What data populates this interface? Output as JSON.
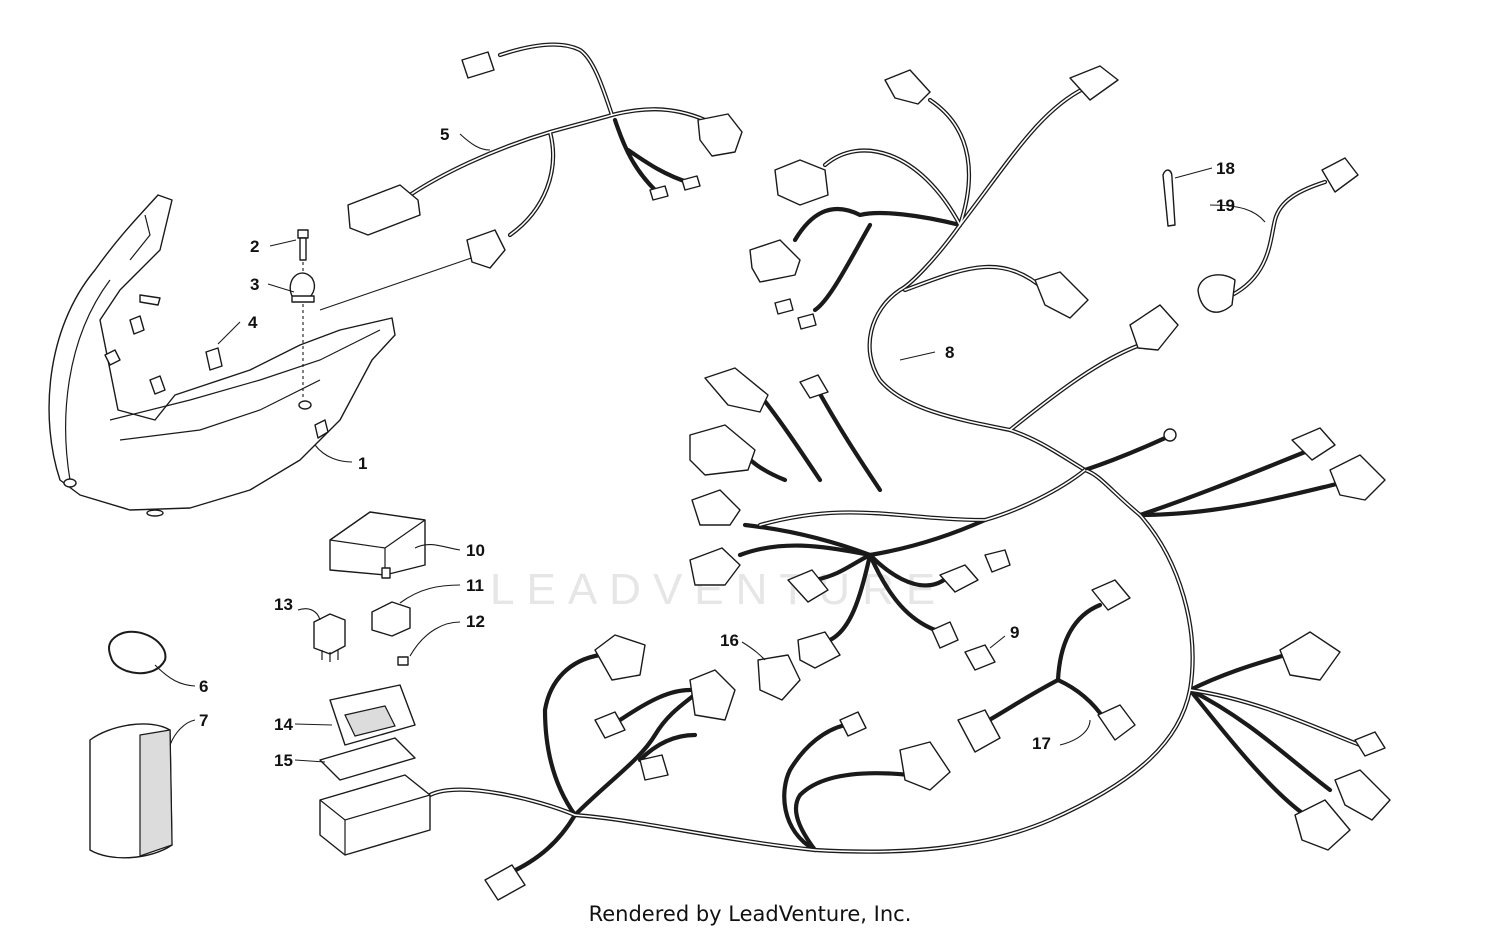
{
  "watermark": "LEADVENTURE",
  "footer": "Rendered by LeadVenture, Inc.",
  "callouts": [
    "1",
    "2",
    "3",
    "4",
    "5",
    "6",
    "7",
    "8",
    "9",
    "10",
    "11",
    "12",
    "13",
    "14",
    "15",
    "16",
    "17",
    "18",
    "19"
  ]
}
